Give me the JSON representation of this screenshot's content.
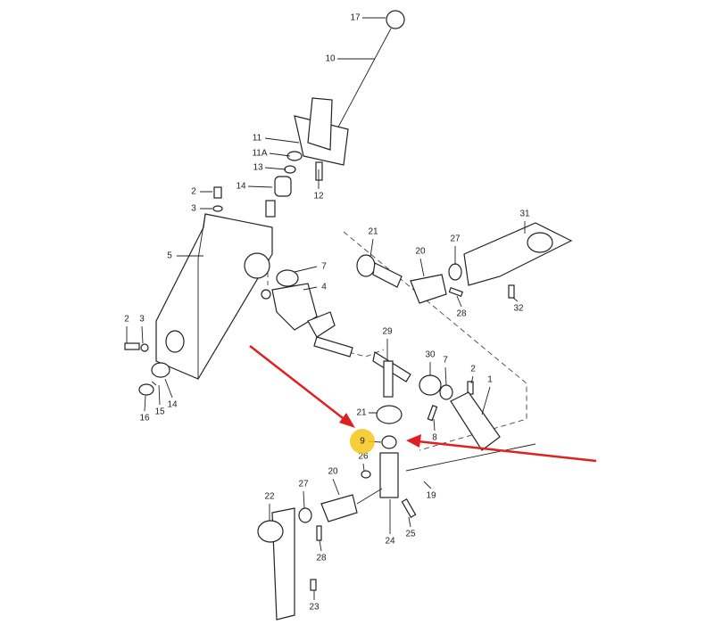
{
  "diagram": {
    "callouts": [
      {
        "id": "17",
        "text": "17"
      },
      {
        "id": "10",
        "text": "10"
      },
      {
        "id": "11",
        "text": "11"
      },
      {
        "id": "11A",
        "text": "11A"
      },
      {
        "id": "13",
        "text": "13"
      },
      {
        "id": "14a",
        "text": "14"
      },
      {
        "id": "12",
        "text": "12"
      },
      {
        "id": "2a",
        "text": "2"
      },
      {
        "id": "3a",
        "text": "3"
      },
      {
        "id": "5",
        "text": "5"
      },
      {
        "id": "7a",
        "text": "7"
      },
      {
        "id": "4",
        "text": "4"
      },
      {
        "id": "21a",
        "text": "21"
      },
      {
        "id": "20a",
        "text": "20"
      },
      {
        "id": "27a",
        "text": "27"
      },
      {
        "id": "31",
        "text": "31"
      },
      {
        "id": "28a",
        "text": "28"
      },
      {
        "id": "32",
        "text": "32"
      },
      {
        "id": "2b",
        "text": "2"
      },
      {
        "id": "3b",
        "text": "3"
      },
      {
        "id": "14b",
        "text": "14"
      },
      {
        "id": "15",
        "text": "15"
      },
      {
        "id": "16",
        "text": "16"
      },
      {
        "id": "29",
        "text": "29"
      },
      {
        "id": "30",
        "text": "30"
      },
      {
        "id": "7b",
        "text": "7"
      },
      {
        "id": "2c",
        "text": "2"
      },
      {
        "id": "1",
        "text": "1"
      },
      {
        "id": "21b",
        "text": "21"
      },
      {
        "id": "8",
        "text": "8"
      },
      {
        "id": "26",
        "text": "26"
      },
      {
        "id": "20b",
        "text": "20"
      },
      {
        "id": "19",
        "text": "19"
      },
      {
        "id": "27b",
        "text": "27"
      },
      {
        "id": "22",
        "text": "22"
      },
      {
        "id": "24",
        "text": "24"
      },
      {
        "id": "25",
        "text": "25"
      },
      {
        "id": "28b",
        "text": "28"
      },
      {
        "id": "23",
        "text": "23"
      }
    ],
    "highlighted_part": {
      "text": "9",
      "color": "#f5c518"
    },
    "arrow_color": "#e02020"
  }
}
